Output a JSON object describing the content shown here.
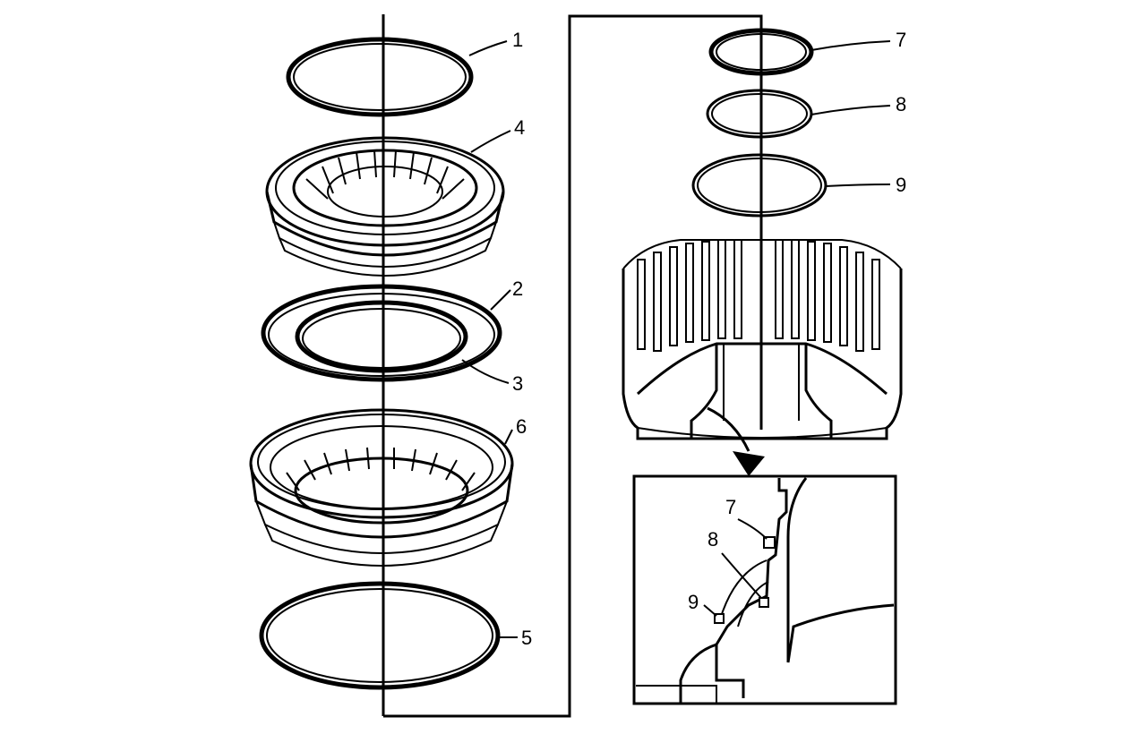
{
  "callouts": {
    "c1": "1",
    "c2": "2",
    "c3": "3",
    "c4": "4",
    "c5": "5",
    "c6": "6",
    "c7": "7",
    "c8": "8",
    "c9": "9",
    "d7": "7",
    "d8": "8",
    "d9": "9"
  }
}
